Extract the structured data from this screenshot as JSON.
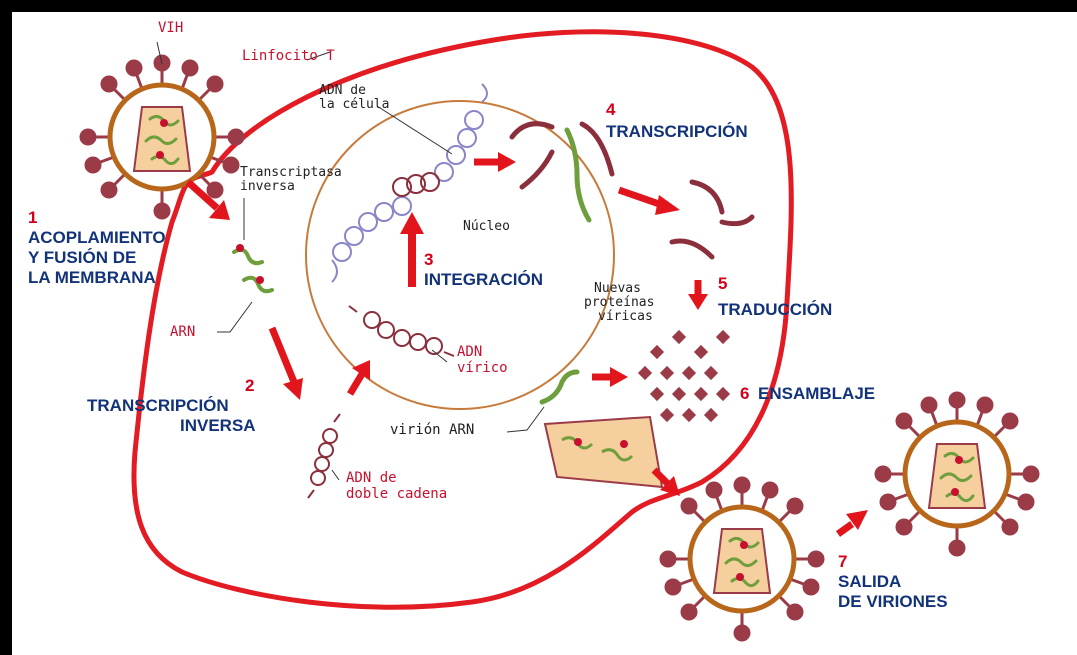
{
  "labels": {
    "vih": "VIH",
    "linfocito": "Linfocito T",
    "adn_celula_1": "ADN de",
    "adn_celula_2": "la célula",
    "transcriptasa_1": "Transcriptasa",
    "transcriptasa_2": "inversa",
    "nucleo": "Núcleo",
    "arn": "ARN",
    "adn_virico_1": "ADN",
    "adn_virico_2": "vírico",
    "nuevas_1": "Nuevas",
    "nuevas_2": "proteínas",
    "nuevas_3": "víricas",
    "virion_arn": "virión ARN",
    "adn_doble_1": "ADN de",
    "adn_doble_2": "doble cadena"
  },
  "steps": [
    {
      "num": "1",
      "line1": "ACOPLAMIENTO",
      "line2": "Y FUSIÓN DE",
      "line3": "LA MEMBRANA"
    },
    {
      "num": "2",
      "line1": "TRANSCRIPCIÓN",
      "line2": "INVERSA"
    },
    {
      "num": "3",
      "line1": "INTEGRACIÓN"
    },
    {
      "num": "4",
      "line1": "TRANSCRIPCIÓN"
    },
    {
      "num": "5",
      "line1": "TRADUCCIÓN"
    },
    {
      "num": "6",
      "line1": "ENSAMBLAJE"
    },
    {
      "num": "7",
      "line1": "SALIDA",
      "line2": "DE VIRIONES"
    }
  ],
  "colors": {
    "cell_membrane": "#e31b23",
    "nucleus": "#c77a3a",
    "virus_envelope": "#b8661a",
    "spike": "#9b3b47",
    "capsid_fill": "#f6cf9e",
    "rna_green": "#6f9e3c",
    "rna_maroon": "#8b2f3c",
    "dna_purple": "#8a87c8",
    "arrow": "#e3151c",
    "step_title": "#12337a",
    "step_number": "#d4001a"
  }
}
